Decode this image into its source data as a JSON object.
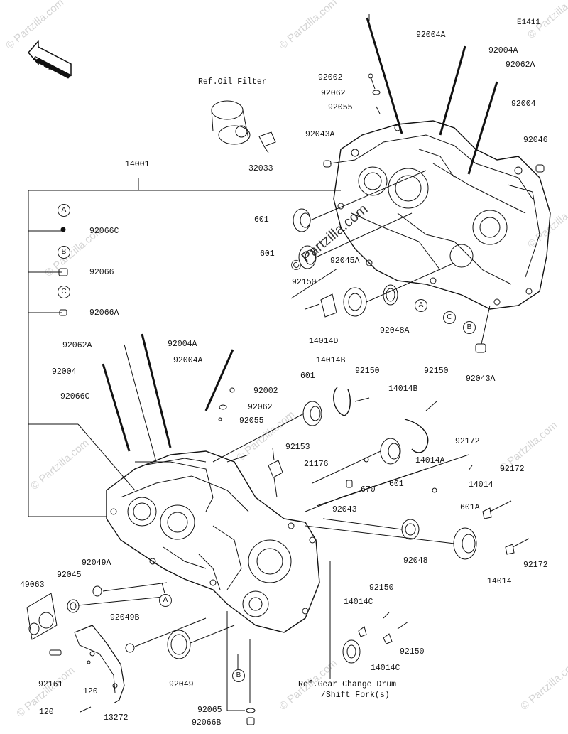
{
  "diagram_code": "E1411",
  "front_label": "FRONT",
  "watermark": "© Partzilla.com",
  "ref_notes": {
    "oil_filter": "Ref.Oil Filter",
    "gear_change_1": "Ref.Gear Change Drum",
    "gear_change_2": "/Shift Fork(s)"
  },
  "callouts": [
    "A",
    "B",
    "C"
  ],
  "labels": {
    "p92004A_top": "92004A",
    "p92004A_top2": "92004A",
    "p92062A_top": "92062A",
    "p92002_top": "92002",
    "p92062_top": "92062",
    "p92055_top": "92055",
    "p92004_top": "92004",
    "p92043A_top": "92043A",
    "p92046": "92046",
    "p32033": "32033",
    "p14001": "14001",
    "p601_a": "601",
    "p601_b": "601",
    "p92045A": "92045A",
    "p92150_a": "92150",
    "p14014D": "14014D",
    "p92048A": "92048A",
    "p92043A_r": "92043A",
    "p92066C_a": "92066C",
    "p92066": "92066",
    "p92066A": "92066A",
    "p92062A_l": "92062A",
    "p92004A_l": "92004A",
    "p92004A_l2": "92004A",
    "p92004_l": "92004",
    "p92066C_l": "92066C",
    "p92002_l": "92002",
    "p92062_l": "92062",
    "p92055_l": "92055",
    "p14014B_a": "14014B",
    "p92150_b": "92150",
    "p14014B_b": "14014B",
    "p92150_c": "92150",
    "p601_c": "601",
    "p92153": "92153",
    "p21176": "21176",
    "p670": "670",
    "p601_d": "601",
    "p92043": "92043",
    "p92172_a": "92172",
    "p14014A": "14014A",
    "p92172_b": "92172",
    "p14014_a": "14014",
    "p601A": "601A",
    "p92048": "92048",
    "p92172_c": "92172",
    "p14014_b": "14014",
    "p49063": "49063",
    "p92045": "92045",
    "p92049A": "92049A",
    "p92049B": "92049B",
    "p92161": "92161",
    "p120_a": "120",
    "p120_b": "120",
    "p13272": "13272",
    "p92049": "92049",
    "p92065": "92065",
    "p92066B": "92066B",
    "p92150_d": "92150",
    "p14014C_a": "14014C",
    "p92150_e": "92150",
    "p14014C_b": "14014C"
  }
}
